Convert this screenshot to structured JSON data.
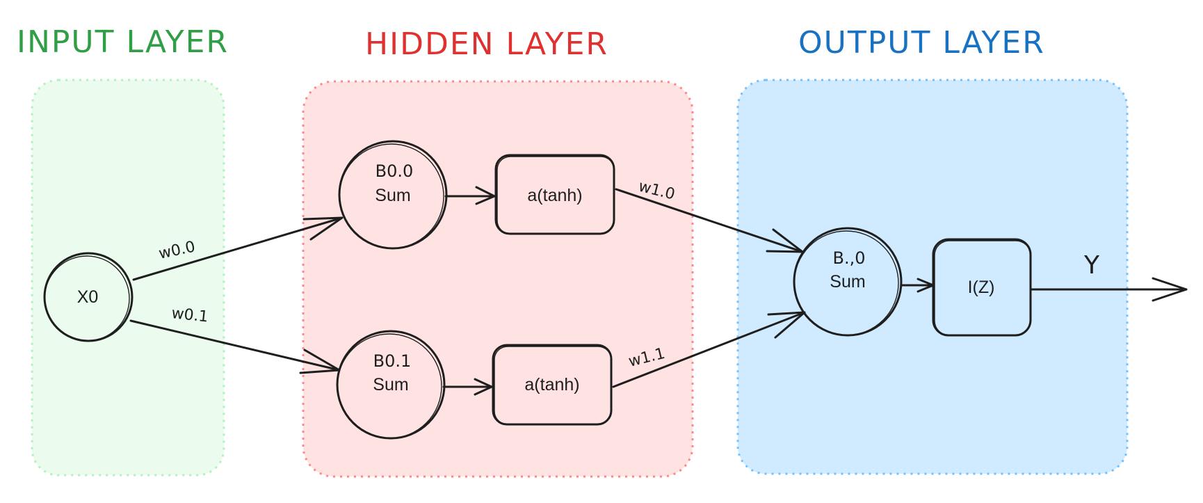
{
  "layers": {
    "input": {
      "title": "INPUT LAYER",
      "color": "#2f9e44",
      "fill": "#ebfbee",
      "border": "#b2f2bb"
    },
    "hidden": {
      "title": "HIDDEN LAYER",
      "color": "#e03131",
      "fill": "#ffe3e3",
      "border": "#ff8787"
    },
    "output": {
      "title": "OUTPUT LAYER",
      "color": "#1971c2",
      "fill": "#d0ebff",
      "border": "#74c0fc"
    }
  },
  "nodes": {
    "x0": {
      "label": "X0"
    },
    "b00": {
      "bias": "B0.0",
      "label": "Sum"
    },
    "b01": {
      "bias": "B0.1",
      "label": "Sum"
    },
    "b10": {
      "bias": "B.,0",
      "label": "Sum"
    },
    "act0": {
      "label": "a(tanh)"
    },
    "act1": {
      "label": "a(tanh)"
    },
    "outfn": {
      "label": "I(Z)"
    }
  },
  "weights": {
    "w00": "w0.0",
    "w01": "w0.1",
    "w10": "w1.0",
    "w11": "w1.1"
  },
  "output_label": "Y"
}
